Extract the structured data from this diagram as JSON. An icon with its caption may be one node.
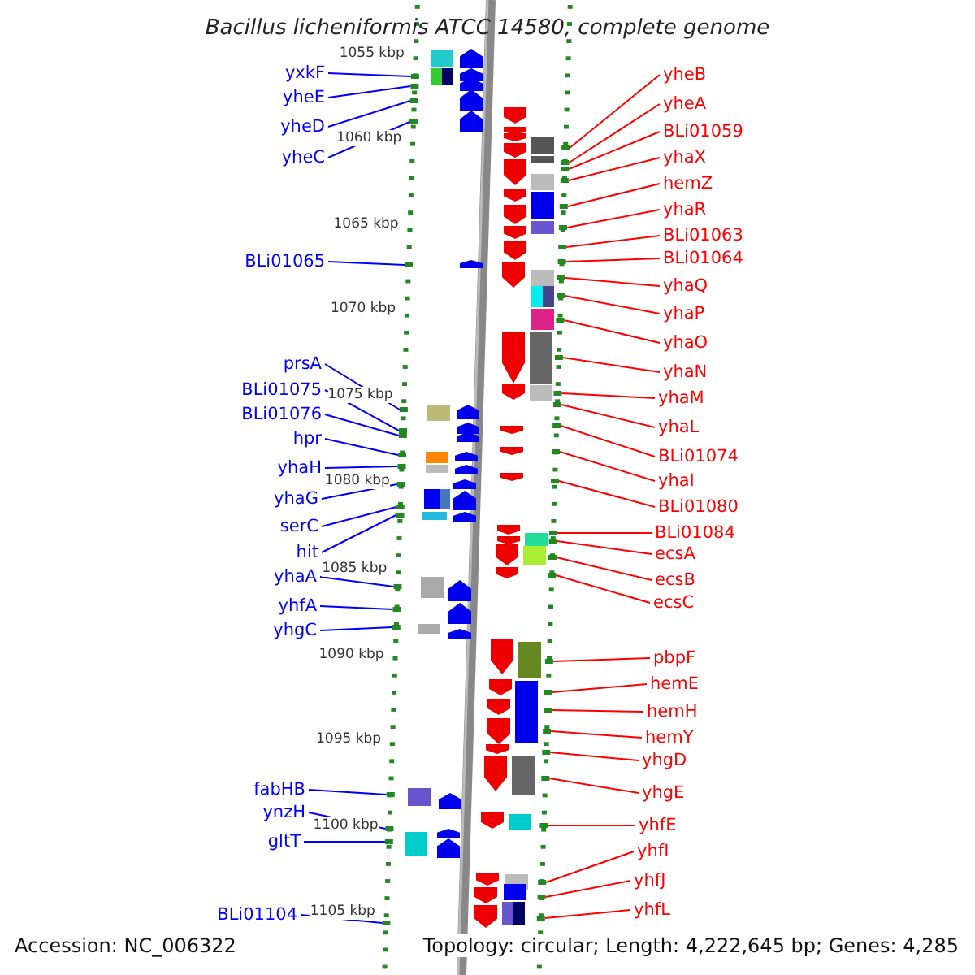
{
  "diagram": {
    "title": "Bacillus licheniformis ATCC 14580, complete genome",
    "nodes": [
      {
        "text": [
          "yxkF"
        ]
      },
      {
        "text": [
          "yheE"
        ]
      },
      {
        "text": [
          "yheD"
        ]
      },
      {
        "text": [
          "yheC"
        ]
      },
      {
        "text": [
          "BLi01065"
        ]
      },
      {
        "text": [
          "prsA"
        ]
      },
      {
        "text": [
          "BLi01075"
        ]
      },
      {
        "text": [
          "BLi01076"
        ]
      },
      {
        "text": [
          "hpr"
        ]
      },
      {
        "text": [
          "yhaH"
        ]
      },
      {
        "text": [
          "yhaG"
        ]
      },
      {
        "text": [
          "serC"
        ]
      },
      {
        "text": [
          "hit"
        ]
      },
      {
        "text": [
          "yhaA"
        ]
      },
      {
        "text": [
          "yhfA"
        ]
      },
      {
        "text": [
          "yhgC"
        ]
      },
      {
        "text": [
          "fabHB"
        ]
      },
      {
        "text": [
          "ynzH"
        ]
      },
      {
        "text": [
          "gltT"
        ]
      },
      {
        "text": [
          "BLi01104"
        ]
      },
      {
        "text": [
          "yheB"
        ]
      },
      {
        "text": [
          "yheA"
        ]
      },
      {
        "text": [
          "BLi01059"
        ]
      },
      {
        "text": [
          "yhaX"
        ]
      },
      {
        "text": [
          "hemZ"
        ]
      },
      {
        "text": [
          "yhaR"
        ]
      },
      {
        "text": [
          "BLi01063"
        ]
      },
      {
        "text": [
          "BLi01064"
        ]
      },
      {
        "text": [
          "yhaQ"
        ]
      },
      {
        "text": [
          "yhaP"
        ]
      },
      {
        "text": [
          "yhaO"
        ]
      },
      {
        "text": [
          "yhaN"
        ]
      },
      {
        "text": [
          "yhaM"
        ]
      },
      {
        "text": [
          "yhaL"
        ]
      },
      {
        "text": [
          "BLi01074"
        ]
      },
      {
        "text": [
          "yhaI"
        ]
      },
      {
        "text": [
          "BLi01080"
        ]
      },
      {
        "text": [
          "BLi01084"
        ]
      },
      {
        "text": [
          "ecsA"
        ]
      },
      {
        "text": [
          "ecsB"
        ]
      },
      {
        "text": [
          "ecsC"
        ]
      },
      {
        "text": [
          "pbpF"
        ]
      },
      {
        "text": [
          "hemE"
        ]
      },
      {
        "text": [
          "hemH"
        ]
      },
      {
        "text": [
          "hemY"
        ]
      },
      {
        "text": [
          "yhgD"
        ]
      },
      {
        "text": [
          "yhgE"
        ]
      },
      {
        "text": [
          "yhfE"
        ]
      },
      {
        "text": [
          "yhfI"
        ]
      },
      {
        "text": [
          "yhfJ"
        ]
      },
      {
        "text": [
          "yhfL"
        ]
      },
      {
        "text": [],
        "shape": "bar"
      },
      {
        "text": [],
        "shape": "bar"
      },
      {
        "text": [],
        "shape": "bar"
      },
      {
        "text": [],
        "shape": "bar"
      },
      {
        "text": [],
        "shape": "bar"
      },
      {
        "text": [],
        "shape": "bar"
      },
      {
        "text": [],
        "shape": "bar"
      },
      {
        "text": [],
        "shape": "bar"
      },
      {
        "text": [],
        "shape": "bar"
      },
      {
        "text": [],
        "shape": "bar"
      },
      {
        "text": [],
        "shape": "bar"
      },
      {
        "text": [],
        "shape": "bar"
      },
      {
        "text": [],
        "shape": "bar"
      },
      {
        "text": [],
        "shape": "bar"
      },
      {
        "text": [],
        "shape": "bar"
      },
      {
        "text": [],
        "shape": "bar"
      },
      {
        "text": [],
        "shape": "bar"
      },
      {
        "text": [],
        "shape": "bar"
      },
      {
        "text": [],
        "shape": "bar"
      },
      {
        "text": [],
        "shape": "bar"
      },
      {
        "text": [],
        "shape": "bar"
      },
      {
        "text": [],
        "shape": "bar"
      },
      {
        "text": [],
        "shape": "bar"
      },
      {
        "text": [],
        "shape": "bar"
      },
      {
        "text": [],
        "shape": "bar"
      },
      {
        "text": [],
        "shape": "bar"
      },
      {
        "text": [],
        "shape": "bar"
      },
      {
        "text": [],
        "shape": "bar"
      },
      {
        "text": [],
        "shape": "bar"
      },
      {
        "text": [],
        "shape": "bar"
      },
      {
        "text": [],
        "shape": "bar"
      },
      {
        "text": [],
        "shape": "bar"
      },
      {
        "text": [],
        "shape": "bar"
      },
      {
        "text": [],
        "shape": "bar"
      },
      {
        "text": [],
        "shape": "bar"
      },
      {
        "text": [],
        "shape": "bar"
      },
      {
        "text": [],
        "shape": "bar"
      },
      {
        "text": [],
        "shape": "bar"
      },
      {
        "text": [],
        "shape": "bar"
      },
      {
        "text": [],
        "shape": "bar"
      },
      {
        "text": [],
        "shape": "bar"
      },
      {
        "text": [],
        "shape": "bar"
      },
      {
        "text": [],
        "shape": "bar"
      },
      {
        "text": [],
        "shape": "bar"
      },
      {
        "text": [],
        "shape": "bar"
      },
      {
        "text": [],
        "shape": "bar"
      },
      {
        "text": [],
        "shape": "bar"
      },
      {
        "text": [],
        "shape": "bar"
      },
      {
        "text": [],
        "shape": "bar"
      },
      {
        "text": [],
        "shape": "bar"
      },
      {
        "text": [],
        "shape": "bar"
      }
    ],
    "edges": [
      {
        "from": 0,
        "to": 51,
        "arrow": "none",
        "color": "#0000ff"
      },
      {
        "from": 1,
        "to": 52,
        "arrow": "none",
        "color": "#0000ff"
      },
      {
        "from": 2,
        "to": 53,
        "arrow": "none",
        "color": "#0000ff"
      },
      {
        "from": 3,
        "to": 54,
        "arrow": "none",
        "color": "#0000ff"
      },
      {
        "from": 4,
        "to": 55,
        "arrow": "none",
        "color": "#0000ff"
      },
      {
        "from": 5,
        "to": 56,
        "arrow": "none",
        "color": "#0000ff"
      },
      {
        "from": 6,
        "to": 57,
        "arrow": "none",
        "color": "#0000ff"
      },
      {
        "from": 7,
        "to": 58,
        "arrow": "none",
        "color": "#0000ff"
      },
      {
        "from": 8,
        "to": 59,
        "arrow": "none",
        "color": "#0000ff"
      },
      {
        "from": 9,
        "to": 60,
        "arrow": "none",
        "color": "#0000ff"
      },
      {
        "from": 10,
        "to": 61,
        "arrow": "none",
        "color": "#0000ff"
      },
      {
        "from": 11,
        "to": 62,
        "arrow": "none",
        "color": "#0000ff"
      },
      {
        "from": 12,
        "to": 63,
        "arrow": "none",
        "color": "#0000ff"
      },
      {
        "from": 13,
        "to": 64,
        "arrow": "none",
        "color": "#0000ff"
      },
      {
        "from": 14,
        "to": 65,
        "arrow": "none",
        "color": "#0000ff"
      },
      {
        "from": 15,
        "to": 66,
        "arrow": "none",
        "color": "#0000ff"
      },
      {
        "from": 16,
        "to": 67,
        "arrow": "none",
        "color": "#0000ff"
      },
      {
        "from": 17,
        "to": 68,
        "arrow": "none",
        "color": "#0000ff"
      },
      {
        "from": 18,
        "to": 69,
        "arrow": "none",
        "color": "#0000ff"
      },
      {
        "from": 19,
        "to": 70,
        "arrow": "none",
        "color": "#0000ff"
      },
      {
        "from": 20,
        "to": 71,
        "arrow": "none"
      },
      {
        "from": 21,
        "to": 72,
        "arrow": "none"
      },
      {
        "from": 22,
        "to": 73,
        "arrow": "none"
      },
      {
        "from": 23,
        "to": 74,
        "arrow": "none"
      },
      {
        "from": 24,
        "to": 75,
        "arrow": "none"
      },
      {
        "from": 25,
        "to": 76,
        "arrow": "none"
      },
      {
        "from": 26,
        "to": 77,
        "arrow": "none"
      },
      {
        "from": 27,
        "to": 78,
        "arrow": "none"
      },
      {
        "from": 28,
        "to": 79,
        "arrow": "none"
      },
      {
        "from": 29,
        "to": 80,
        "arrow": "none"
      },
      {
        "from": 30,
        "to": 81,
        "arrow": "none"
      },
      {
        "from": 31,
        "to": 82,
        "arrow": "none"
      },
      {
        "from": 32,
        "to": 83,
        "arrow": "none"
      },
      {
        "from": 33,
        "to": 84,
        "arrow": "none"
      },
      {
        "from": 34,
        "to": 85,
        "arrow": "none"
      },
      {
        "from": 35,
        "to": 86,
        "arrow": "none"
      },
      {
        "from": 36,
        "to": 87,
        "arrow": "none"
      },
      {
        "from": 37,
        "to": 88,
        "arrow": "none"
      },
      {
        "from": 38,
        "to": 89,
        "arrow": "none"
      },
      {
        "from": 39,
        "to": 90,
        "arrow": "none"
      },
      {
        "from": 40,
        "to": 91,
        "arrow": "none"
      },
      {
        "from": 41,
        "to": 92,
        "arrow": "none"
      },
      {
        "from": 42,
        "to": 93,
        "arrow": "none"
      },
      {
        "from": 43,
        "to": 94,
        "arrow": "none"
      },
      {
        "from": 44,
        "to": 95,
        "arrow": "none"
      },
      {
        "from": 45,
        "to": 96,
        "arrow": "none"
      },
      {
        "from": 46,
        "to": 97,
        "arrow": "none"
      },
      {
        "from": 47,
        "to": 98,
        "arrow": "none"
      },
      {
        "from": 48,
        "to": 99,
        "arrow": "none"
      },
      {
        "from": 49,
        "to": 100,
        "arrow": "none"
      },
      {
        "from": 50,
        "to": 101,
        "arrow": "none"
      }
    ],
    "labels": [
      "1055 kbp",
      "1060 kbp",
      "1065 kbp",
      "1070 kbp",
      "1075 kbp",
      "1080 kbp",
      "1085 kbp",
      "1090 kbp",
      "1095 kbp",
      "1100 kbp",
      "1105 kbp",
      "Accession: NC_006322",
      "Topology: circular; Length: 4,222,645 bp; Genes: 4,285"
    ]
  }
}
